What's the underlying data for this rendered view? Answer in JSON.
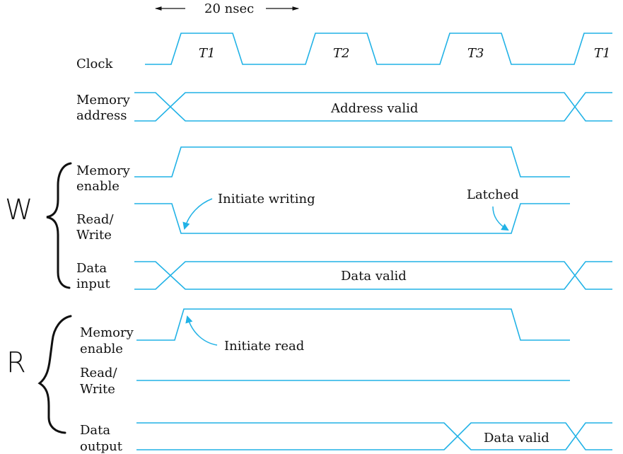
{
  "timing": {
    "period": "20 nsec",
    "clock_periods": [
      "T1",
      "T2",
      "T3",
      "T1"
    ]
  },
  "signals": {
    "clock": [
      "Clock"
    ],
    "memory_address": [
      "Memory",
      "address"
    ],
    "w_memory_enable": [
      "Memory",
      "enable"
    ],
    "w_read_write": [
      "Read/",
      "Write"
    ],
    "data_input": [
      "Data",
      "input"
    ],
    "r_memory_enable": [
      "Memory",
      "enable"
    ],
    "r_read_write": [
      "Read/",
      "Write"
    ],
    "data_output": [
      "Data",
      "output"
    ]
  },
  "annotations": {
    "address_valid": "Address valid",
    "data_valid_in": "Data valid",
    "data_valid_out": "Data valid",
    "initiate_writing": "Initiate writing",
    "latched": "Latched",
    "initiate_read": "Initiate read"
  },
  "groups": {
    "write": "W",
    "read": "R"
  },
  "colors": {
    "waveform": "#21b2e6",
    "text": "#111111"
  }
}
